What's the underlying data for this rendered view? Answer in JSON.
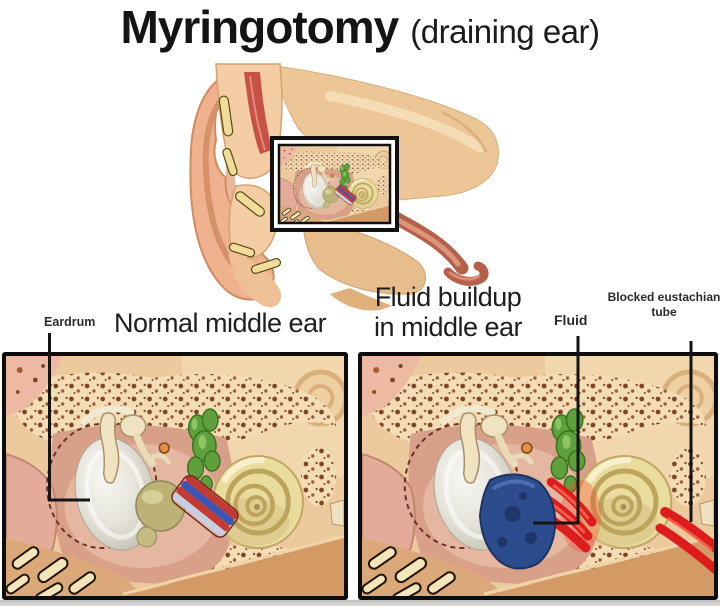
{
  "title": {
    "main": "Myringotomy",
    "sub": "(draining ear)"
  },
  "overview_figure": {
    "name": "ear-cross-section-with-middle-ear-callout"
  },
  "panels": {
    "left": {
      "heading": "Normal middle ear",
      "callouts": [
        {
          "label": "Eardrum"
        }
      ]
    },
    "right": {
      "heading": "Fluid buildup in middle ear",
      "callouts": [
        {
          "label": "Fluid"
        },
        {
          "label": "Blocked eustachian tube"
        }
      ]
    }
  },
  "colors": {
    "background": "#ffffff",
    "panel_border": "#0d0d0d",
    "fluid_blue": "#2c4c8e",
    "inflamed_red": "#dd1d1d",
    "cochlea_yellow": "#e9dc9c",
    "nerve_green": "#5f9f3d",
    "bone_tan": "#ecca9e",
    "eardrum_gray": "#e4e2d8",
    "skin_peach": "#f0b18f"
  }
}
